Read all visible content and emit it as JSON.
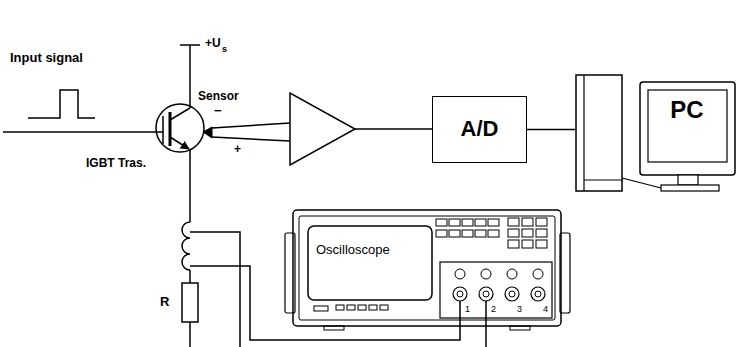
{
  "diagram": {
    "nodes": [
      {
        "text": [
          "A/D"
        ]
      },
      {
        "text": [
          "PC"
        ]
      },
      {
        "text": [
          "Oscilloscope"
        ]
      }
    ],
    "edges": [
      {
        "from": 0,
        "to": 1,
        "arrow": "none"
      }
    ],
    "labels": [
      "Input signal",
      "+U",
      "s",
      "Sensor",
      "−",
      "+",
      "IGBT Tras.",
      "R",
      "1",
      "2",
      "3",
      "4"
    ]
  }
}
